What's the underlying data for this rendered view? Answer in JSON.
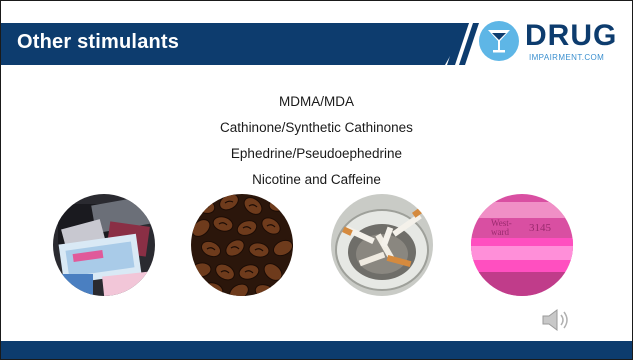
{
  "slide": {
    "title": "Other stimulants",
    "logo": {
      "word": "DRUG",
      "subtitle": "IMPAIRMENT.COM",
      "icon": "cocktail-glass-icon"
    },
    "items": [
      "MDMA/MDA",
      "Cathinone/Synthetic Cathinones",
      "Ephedrine/Pseudoephedrine",
      "Nicotine and Caffeine"
    ],
    "photos": [
      {
        "subject": "synthetic-cathinone-packets"
      },
      {
        "subject": "coffee-beans"
      },
      {
        "subject": "cigarette-ashtray"
      },
      {
        "subject": "pink-pill-capsule",
        "imprint_top": "West-",
        "imprint_bottom": "ward",
        "imprint_code": "3145"
      }
    ],
    "audio_icon": "speaker-icon"
  },
  "colors": {
    "primary": "#0d3c6e",
    "accent": "#5eb6e6",
    "logo_sub": "#3a8fcf"
  }
}
